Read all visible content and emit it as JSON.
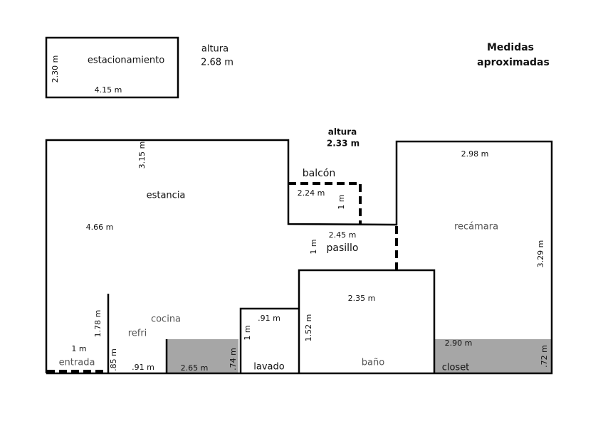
{
  "title": [
    "Medidas",
    "aproximadas"
  ],
  "parking": {
    "label": "estacionamiento",
    "height": "2.30 m",
    "width": "4.15 m",
    "altura_label": "altura",
    "altura_value": "2.68 m"
  },
  "main": {
    "altura_label": "altura",
    "altura_value": "2.33 m",
    "estancia": {
      "label": "estancia",
      "top": "3.15 m",
      "width": "4.66 m"
    },
    "balcon": {
      "label": "balcón",
      "width": "2.24 m",
      "depth": "1 m"
    },
    "pasillo": {
      "label": "pasillo",
      "width": "2.45 m",
      "depth": "1 m"
    },
    "recamara": {
      "label": "recámara",
      "width": "2.98 m",
      "depth": "3.29 m"
    },
    "bano": {
      "label": "baño",
      "width": "2.35 m",
      "depth": "1.52 m"
    },
    "lavado": {
      "label": "lavado",
      "width": ".91 m",
      "depth": "1 m"
    },
    "cocina": {
      "label": "cocina",
      "refri": "refri",
      "wall": "1.78 m",
      "refri_width": ".91 m",
      "refri_depth": ".85 m",
      "counter": "2.65 m",
      "counter_depth": ".74 m"
    },
    "entrada": {
      "label": "entrada",
      "width": "1 m"
    },
    "closet": {
      "label": "closet",
      "width": "2.90 m",
      "depth": ".72 m"
    }
  },
  "colors": {
    "counter_fill": "#a6a6a6",
    "wall": "#000000"
  }
}
